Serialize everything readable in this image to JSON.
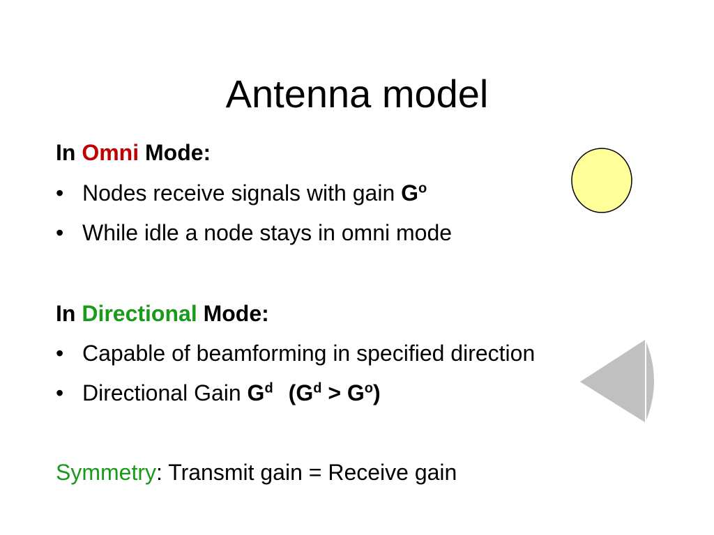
{
  "slide": {
    "title": "Antenna model",
    "omni_heading": {
      "prefix": "In",
      "highlight": "Omni",
      "suffix": "Mode:"
    },
    "omni_bullets": [
      {
        "text": "Nodes receive signals with gain ",
        "gain_symbol": "G",
        "gain_sup": "o"
      },
      {
        "text": "While idle a node stays in omni mode"
      }
    ],
    "directional_heading": {
      "prefix": "In",
      "highlight": "Directional",
      "suffix": "Mode:"
    },
    "directional_bullets": [
      {
        "text": "Capable of beamforming in specified direction"
      },
      {
        "text": "Directional Gain ",
        "gain_symbol": "G",
        "gain_sup": "d",
        "comparison_open": "(G",
        "comparison_sup1": "d",
        "comparison_mid": " > G",
        "comparison_sup2": "o",
        "comparison_close": ")"
      }
    ],
    "symmetry": {
      "label": "Symmetry",
      "text": ": Transmit gain = Receive gain"
    },
    "bullet_char": "•"
  },
  "colors": {
    "omni_highlight": "#c00000",
    "directional_highlight": "#1a9a1a",
    "symmetry_label": "#1a9a1a",
    "omni_circle_fill": "#ffff99",
    "directional_shape_fill": "#c0c0c0"
  }
}
